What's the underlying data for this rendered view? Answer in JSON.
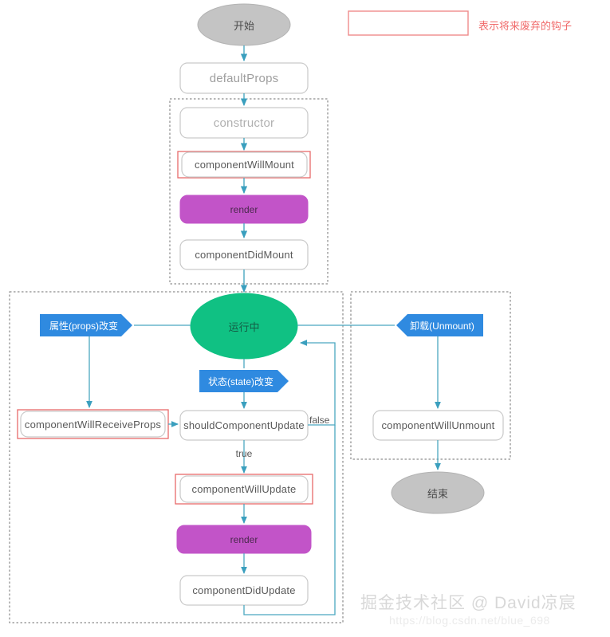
{
  "legend": {
    "swatch_label": "",
    "note": "表示将来废弃的钩子",
    "deprecated_color": "#ef8b8b"
  },
  "colors": {
    "edge": "#4aa8c0",
    "banner": "#2f8ae0",
    "running_fill": "#10c183",
    "render_fill": "#c254c8",
    "terminal_fill": "#c4c4c4",
    "deprecated_border": "#e86a6a",
    "box_border": "#c9c9c9",
    "phase_border": "#7a7a7a"
  },
  "nodes": {
    "start": "开始",
    "default_props": "defaultProps",
    "constructor": "constructor",
    "component_will_mount": "componentWillMount",
    "render_mount": "render",
    "component_did_mount": "componentDidMount",
    "running": "运行中",
    "props_change": "属性(props)改变",
    "state_change": "状态(state)改变",
    "unmount_trigger": "卸载(Unmount)",
    "component_will_receive_props": "componentWillReceiveProps",
    "should_component_update": "shouldComponentUpdate",
    "component_will_update": "componentWillUpdate",
    "render_update": "render",
    "component_did_update": "componentDidUpdate",
    "component_will_unmount": "componentWillUnmount",
    "end": "结束"
  },
  "edge_labels": {
    "false": "false",
    "true": "true"
  },
  "watermark": {
    "title": "掘金技术社区 @ David凉宸",
    "url": "https://blog.csdn.net/blue_698"
  }
}
